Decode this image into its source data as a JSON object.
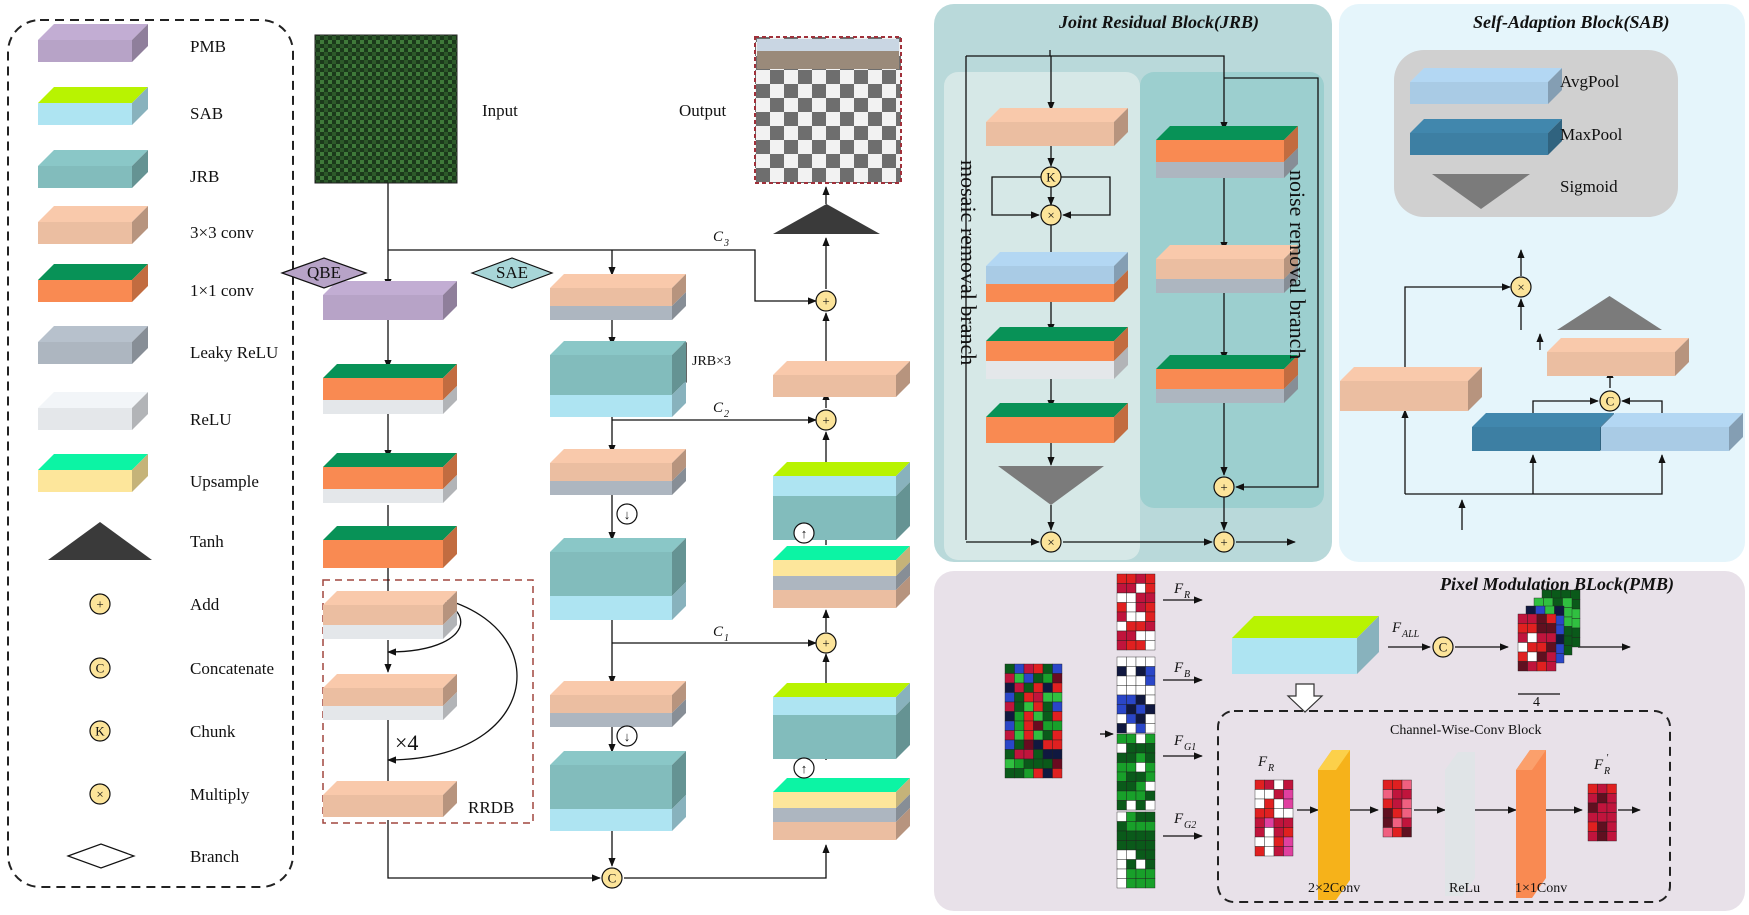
{
  "legend": {
    "items": [
      {
        "key": "pmb",
        "label": "PMB"
      },
      {
        "key": "sab",
        "label": "SAB"
      },
      {
        "key": "jrb",
        "label": "JRB"
      },
      {
        "key": "conv3",
        "label": "3×3 conv"
      },
      {
        "key": "conv1",
        "label": "1×1 conv"
      },
      {
        "key": "lrelu",
        "label": "Leaky ReLU"
      },
      {
        "key": "relu",
        "label": "ReLU"
      },
      {
        "key": "upsample",
        "label": "Upsample"
      },
      {
        "key": "tanh",
        "label": "Tanh"
      },
      {
        "key": "add",
        "label": "Add"
      },
      {
        "key": "concat",
        "label": "Concatenate"
      },
      {
        "key": "chunk",
        "label": "Chunk"
      },
      {
        "key": "multiply",
        "label": "Multiply"
      },
      {
        "key": "branch",
        "label": "Branch"
      }
    ]
  },
  "main": {
    "input_label": "Input",
    "output_label": "Output",
    "qbe_label": "QBE",
    "sae_label": "SAE",
    "jrb_repeat_label": "JRB×3",
    "rrdb_repeat_label": "×4",
    "rrdb_label": "RRDB",
    "c1_label": "C",
    "c1_sub": "1",
    "c2_label": "C",
    "c2_sub": "2",
    "c3_label": "C",
    "c3_sub": "3"
  },
  "jrb_panel": {
    "title": "Joint Residual Block(JRB)",
    "left_branch": "mosaic removal branch",
    "right_branch": "noise removal branch"
  },
  "sab_panel": {
    "title": "Self-Adaption Block(SAB)",
    "avgpool_label": "AvgPool",
    "maxpool_label": "MaxPool",
    "sigmoid_label": "Sigmoid"
  },
  "pmb_panel": {
    "title": "Pixel Modulation BLock(PMB)",
    "fr_label": "F",
    "fr_sub": "R",
    "fb_label": "F",
    "fb_sub": "B",
    "fg1_label": "F",
    "fg1_sub": "G1",
    "fg2_label": "F",
    "fg2_sub": "G2",
    "fall_label": "F",
    "fall_sub": "ALL",
    "four_label": "4",
    "cwc_title": "Channel-Wise-Conv Block",
    "fr_in_label": "F",
    "fr_in_sub": "R",
    "fr_out_label": "F",
    "fr_out_sub": "R",
    "fr_out_prime": "'",
    "conv2_label": "2×2Conv",
    "relu_label": "ReLu",
    "conv1_label": "1×1Conv"
  },
  "symbols": {
    "add": "+",
    "concat": "C",
    "chunk": "K",
    "multiply": "×",
    "down": "↓",
    "up": "↑"
  },
  "colors": {
    "pmb": "#b7a3c7",
    "sab": "#aee4f2",
    "jrb": "#82bcbc",
    "conv3": "#ebbea1",
    "conv1": "#f98a52",
    "lrelu": "#adb6c0",
    "relu": "#e4e7ea",
    "upsample": "#fde69b",
    "tanh": "#3a3a3a",
    "op_fill": "#fce49a",
    "avgpool": "#a9cbe5",
    "maxpool": "#3d7fa3",
    "sigmoid": "#7b7b7b"
  }
}
